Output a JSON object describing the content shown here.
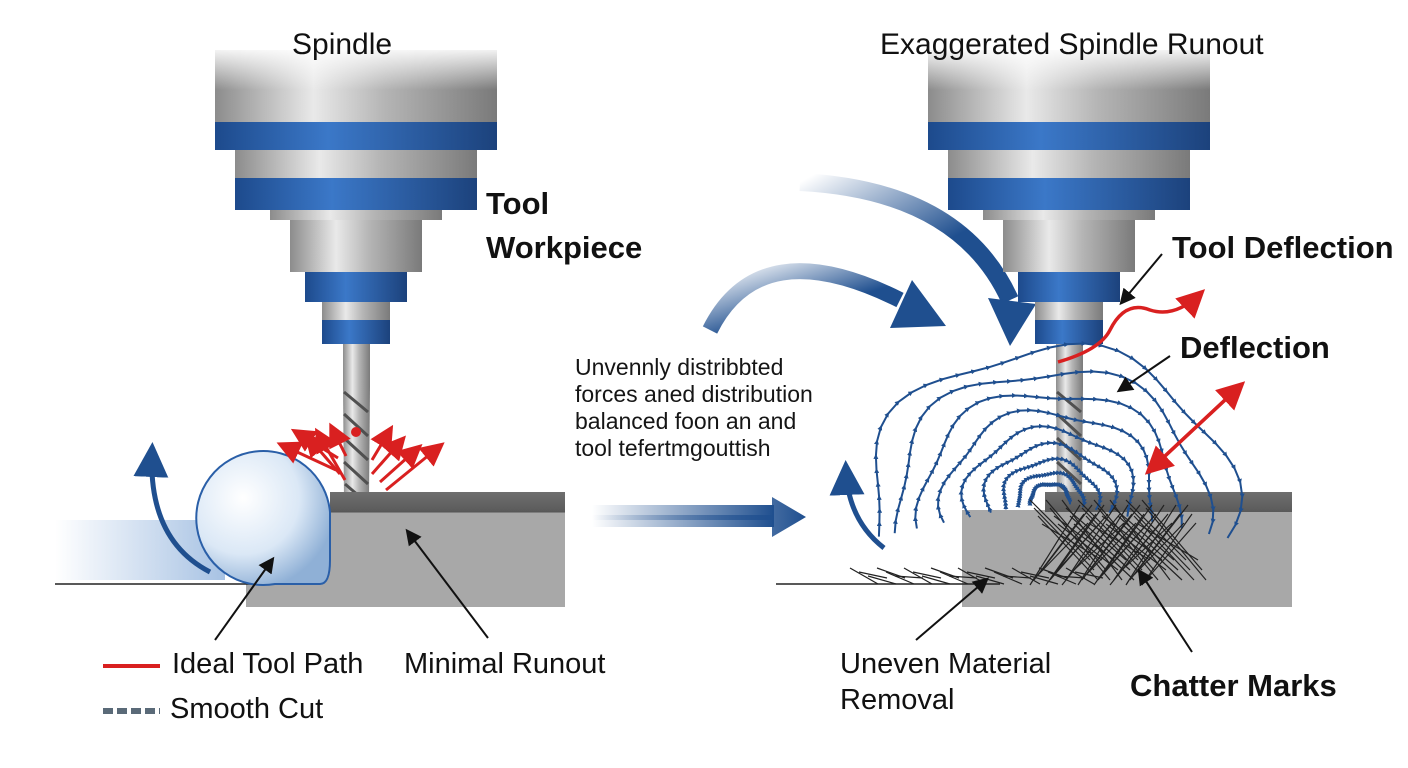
{
  "left_panel": {
    "title": "Spindle",
    "label_tool": "Tool",
    "label_workpiece": "Workpiece",
    "label_minimal_runout": "Minimal Runout",
    "legend": [
      {
        "label": "Ideal Tool Path",
        "style": "solid-red"
      },
      {
        "label": "Smooth Cut",
        "style": "dashed-gray"
      }
    ]
  },
  "middle": {
    "note_lines": [
      "Unvennly distribbted",
      "forces aned distribution",
      "balanced foon an and",
      "tool tefertmgouttish"
    ]
  },
  "right_panel": {
    "title": "Exaggerated Spindle Runout",
    "label_tool_deflection": "Tool Deflection",
    "label_deflection": "Deflection",
    "label_uneven_line1": "Uneven Material",
    "label_uneven_line2": "Removal",
    "label_chatter": "Chatter Marks"
  },
  "colors": {
    "spindle_blue": "#2a5fa8",
    "arrow_blue": "#1f4f8f",
    "force_red": "#d92020",
    "workpiece_gray": "#a8a8a8",
    "steel": "#c4c4c4"
  },
  "icons": [
    "spindle-icon",
    "end-mill-icon",
    "force-arrow-icon",
    "process-arrow-icon"
  ]
}
